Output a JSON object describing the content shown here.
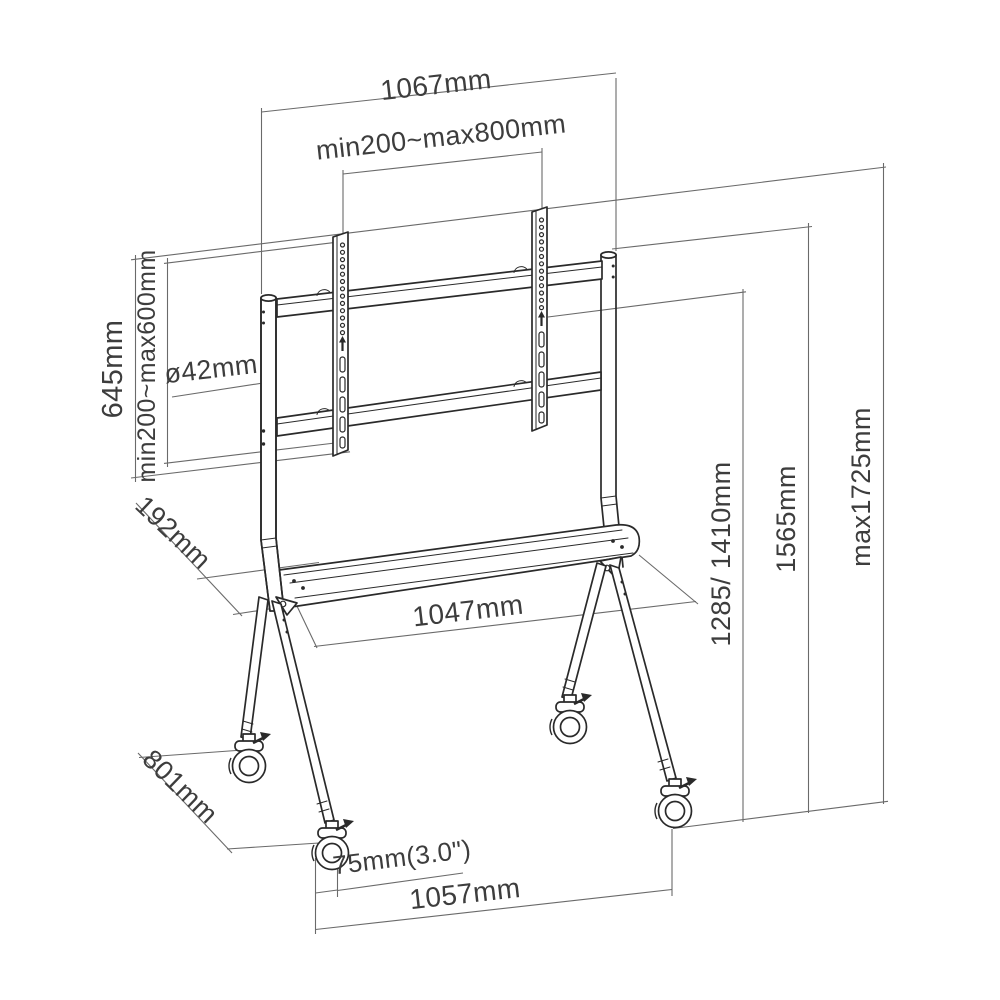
{
  "diagram": {
    "type": "technical dimension drawing",
    "subject": "mobile TV floor stand with casters and VESA mount",
    "background": "#ffffff",
    "colors": {
      "structure_line": "#2a2a2a",
      "dimension_line": "#6a6a6a",
      "label_text": "#3d3d3d"
    },
    "labels": {
      "overall_width": "1067mm",
      "vesa_width_range": "min200~max800mm",
      "bracket_height": "645mm",
      "vesa_height_range": "min200~max600mm",
      "pole_diameter": "ø42mm",
      "shelf_depth": "192mm",
      "shelf_width": "1047mm",
      "screen_center_height": "1285/ 1410mm",
      "frame_height": "1565mm",
      "max_height": "max1725mm",
      "base_depth": "801mm",
      "caster_diameter": "75mm(3.0\")",
      "base_width": "1057mm"
    }
  }
}
